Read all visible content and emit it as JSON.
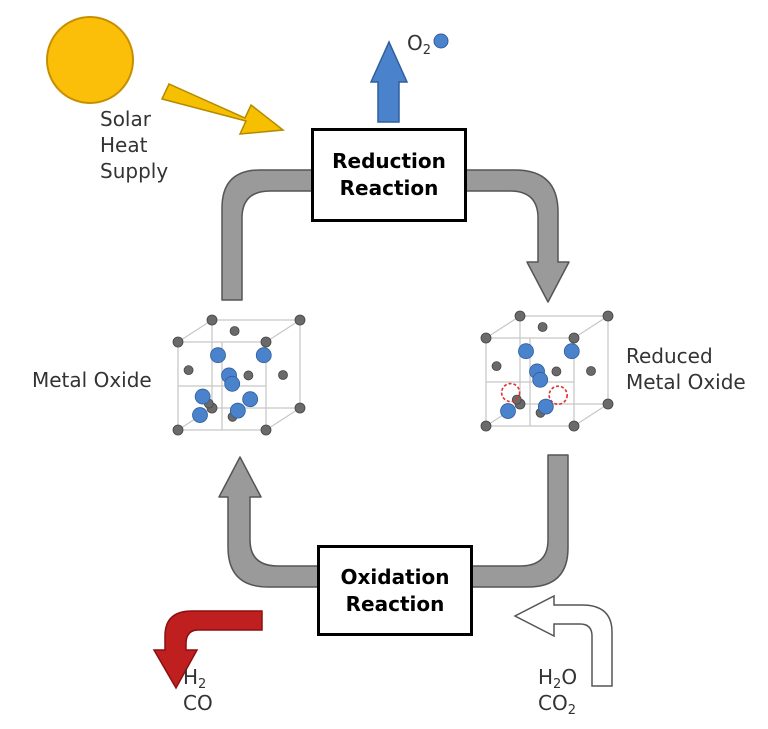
{
  "colors": {
    "sun": "#fbbf0a",
    "sun_stroke": "#c58f00",
    "heat_arrow": "#f6c000",
    "o2_arrow": "#4a83cc",
    "product_arrow": "#c01f1f",
    "cycle_arrow": "#9a9a9a",
    "cycle_arrow_stroke": "#555555",
    "atom_blue": "#4a82cc",
    "atom_gray": "#6a6a6a",
    "vacancy": "#e03030"
  },
  "solar": {
    "line1": "Solar",
    "line2": "Heat",
    "line3": "Supply"
  },
  "oxygen": {
    "main": "O",
    "sub": "2"
  },
  "reduction": {
    "line1": "Reduction",
    "line2": "Reaction"
  },
  "oxidation": {
    "line1": "Oxidation",
    "line2": "Reaction"
  },
  "metal_oxide": {
    "label": "Metal Oxide"
  },
  "reduced_oxide": {
    "line1": "Reduced",
    "line2": "Metal Oxide"
  },
  "products": {
    "h2_main": "H",
    "h2_sub": "2",
    "co": "CO"
  },
  "reactants": {
    "h2o_h": "H",
    "h2o_sub": "2",
    "h2o_o": "O",
    "co2_main": "CO",
    "co2_sub": "2"
  }
}
